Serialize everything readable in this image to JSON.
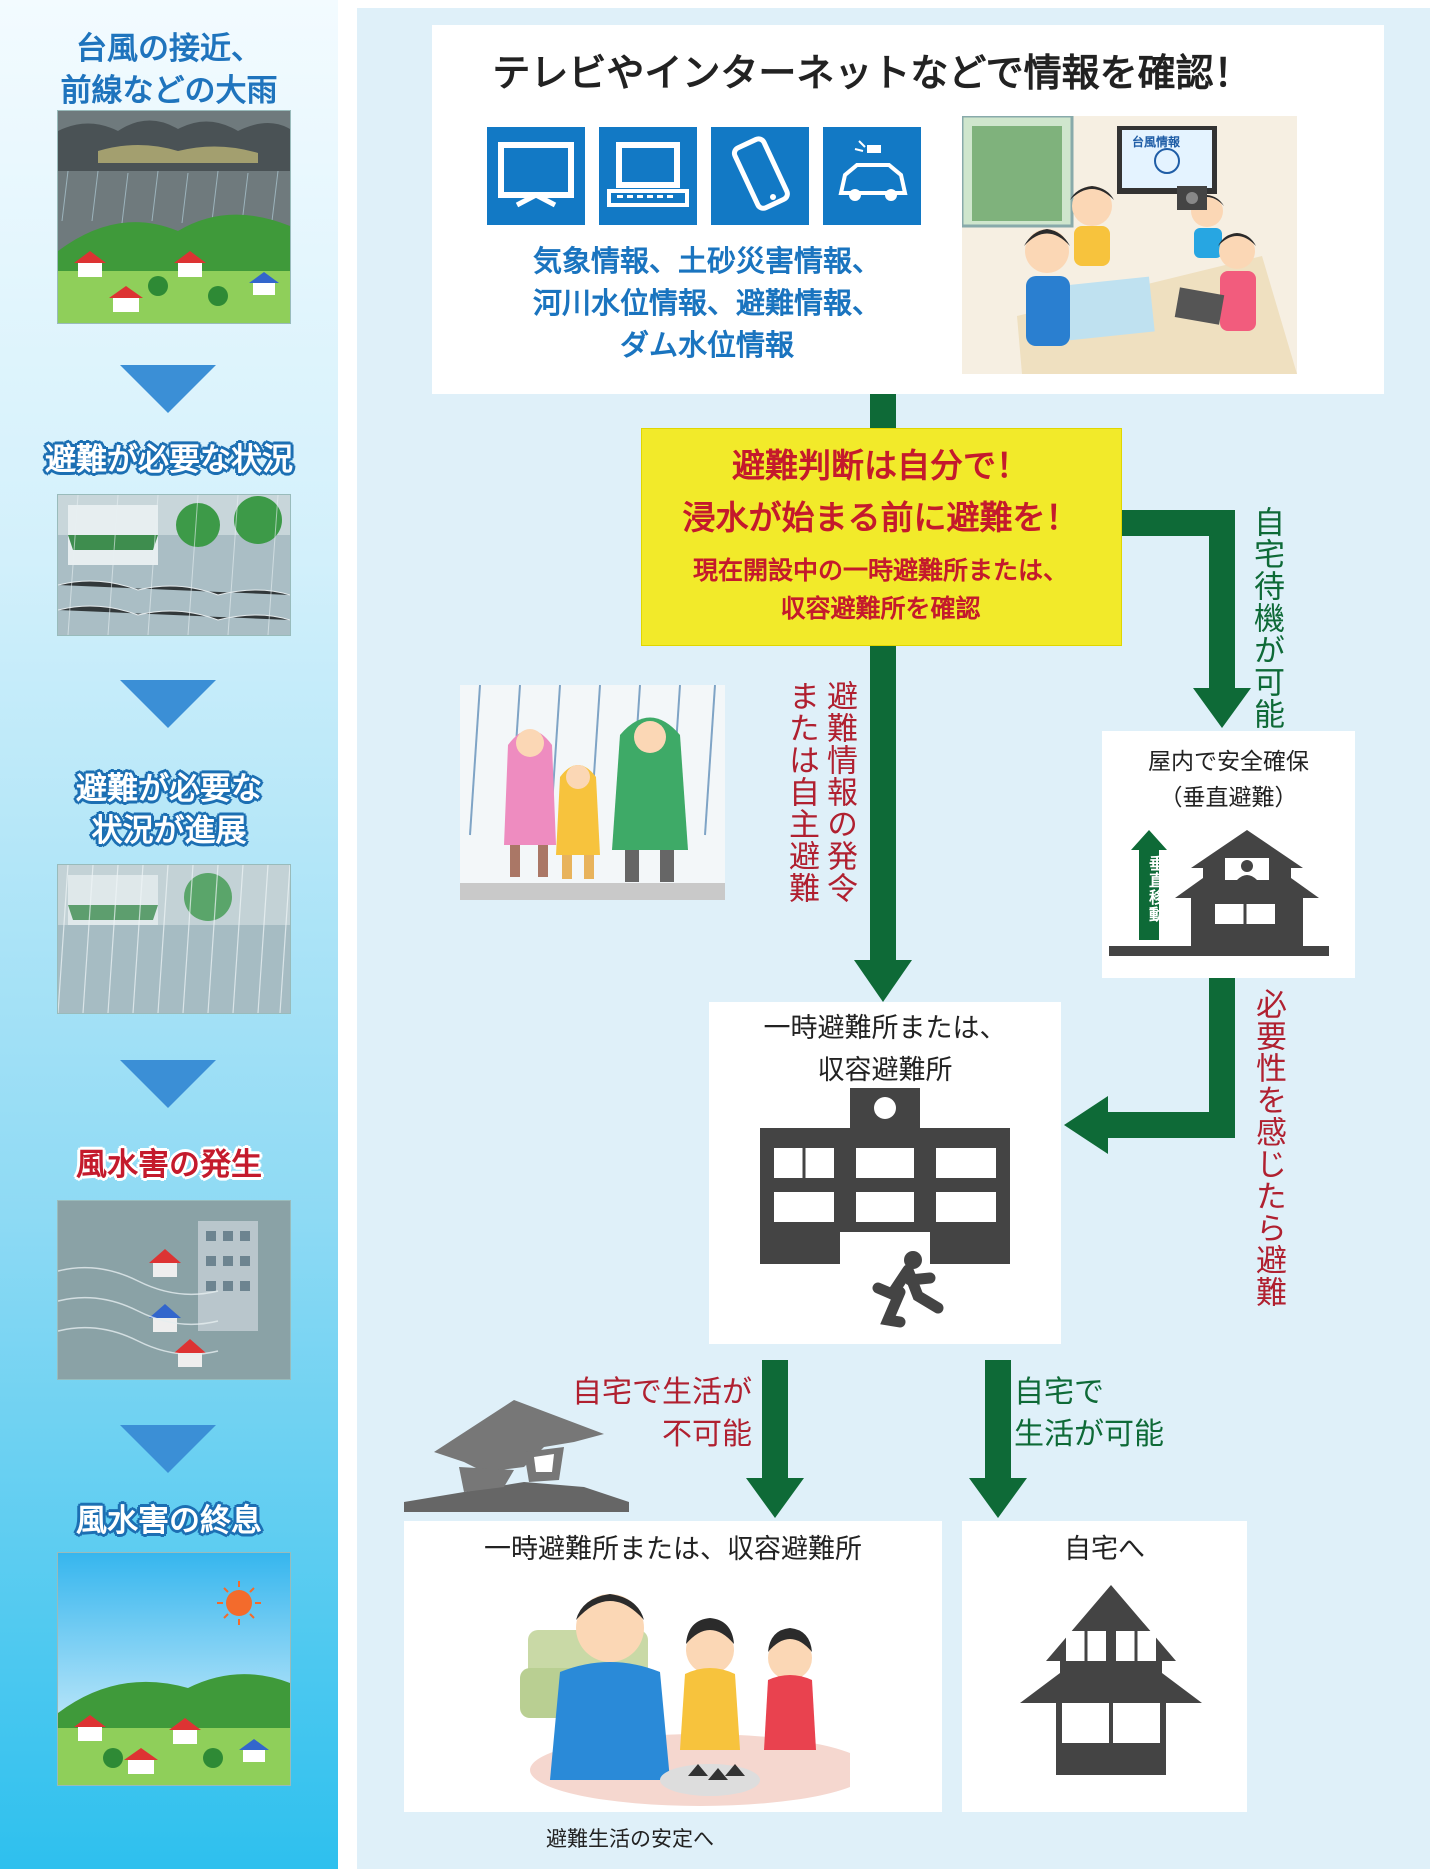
{
  "stages": [
    {
      "title": "台風の接近、\n前線などの大雨"
    },
    {
      "title": "避難が必要な状況"
    },
    {
      "title": "避難が必要な\n状況が進展"
    },
    {
      "title": "風水害の発生"
    },
    {
      "title": "風水害の終息"
    }
  ],
  "top_box": {
    "heading": "テレビやインターネットなどで情報を確認！",
    "info": "気象情報、土砂災害情報、\n河川水位情報、避難情報、\nダム水位情報",
    "tv_screen_label": "台風情報",
    "devices": [
      "tv-icon",
      "laptop-icon",
      "smartphone-icon",
      "car-radio-icon"
    ]
  },
  "decision_box": {
    "line1": "避難判断は自分で！",
    "line2": "浸水が始まる前に避難を！",
    "line3": "現在開設中の一時避難所または、\n収容避難所を確認"
  },
  "flow_labels": {
    "home_wait": "自宅待機が可能",
    "evac_order": "避難情報の発令\nまたは自主避難",
    "if_needed": "必要性を感じたら避難",
    "home_not_possible": "自宅で生活が\n不可能",
    "home_possible": "自宅で\n生活が可能"
  },
  "vertical_evac": {
    "title": "屋内で安全確保\n（垂直避難）",
    "arrow_label": "垂直移動"
  },
  "shelter": {
    "title": "一時避難所または、\n収容避難所"
  },
  "bottom_left": {
    "title": "一時避難所または、収容避難所"
  },
  "bottom_right": {
    "title": "自宅へ"
  },
  "footer": "避難生活の安定へ",
  "colors": {
    "arrow": "#0e6a37",
    "title_blue": "#1f74bd",
    "alert_red": "#c41a2c",
    "yellow": "#f2ea2a",
    "icon_blue": "#1279c5",
    "dark": "#444444"
  }
}
